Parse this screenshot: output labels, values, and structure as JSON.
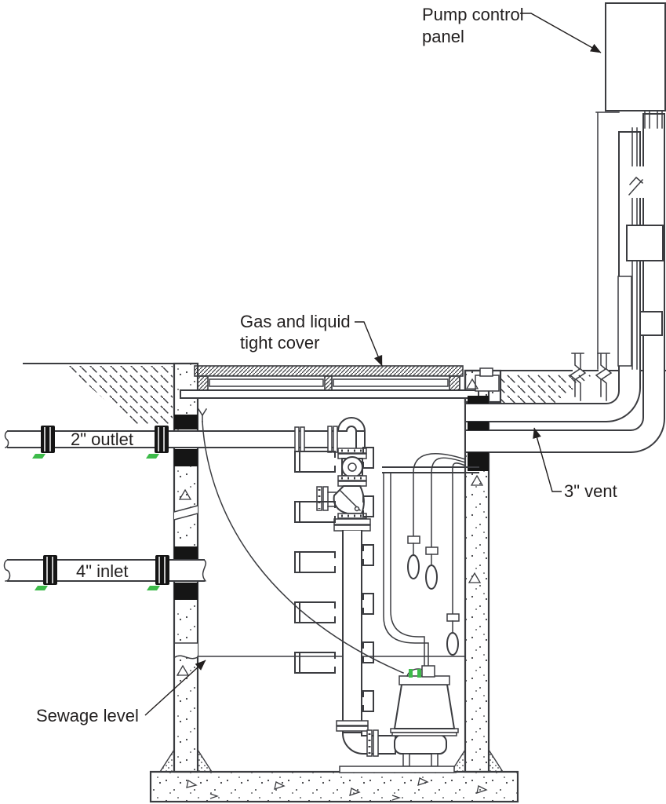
{
  "diagram": {
    "labels": {
      "pump_control_panel": {
        "line1": "Pump control",
        "line2": "panel"
      },
      "cover": {
        "line1": "Gas and liquid",
        "line2": "tight cover"
      },
      "outlet": "2\" outlet",
      "inlet": "4\" inlet",
      "vent": "3\" vent",
      "sewage_level": "Sewage level"
    },
    "colors": {
      "line": "#3b3c40",
      "text": "#221f1f",
      "accent_green": "#3dbb4a",
      "seal_black": "#151515",
      "background": "#ffffff"
    }
  }
}
